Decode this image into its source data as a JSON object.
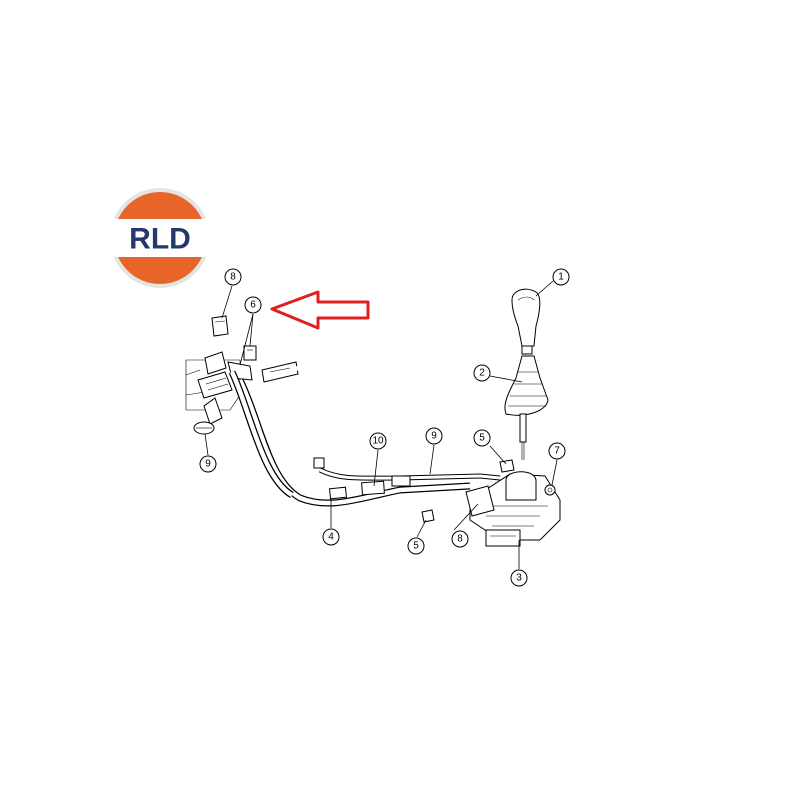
{
  "logo": {
    "text": "RLD",
    "colors": {
      "orange": "#e8652a",
      "navy": "#23386b",
      "ring": "#d8d8d8"
    }
  },
  "arrow": {
    "color": "#e02020"
  },
  "callouts": [
    {
      "id": "c1",
      "label": "1"
    },
    {
      "id": "c2",
      "label": "2"
    },
    {
      "id": "c3",
      "label": "3"
    },
    {
      "id": "c4",
      "label": "4"
    },
    {
      "id": "c5a",
      "label": "5"
    },
    {
      "id": "c5b",
      "label": "5"
    },
    {
      "id": "c6",
      "label": "6"
    },
    {
      "id": "c7",
      "label": "7"
    },
    {
      "id": "c8a",
      "label": "8"
    },
    {
      "id": "c8b",
      "label": "8"
    },
    {
      "id": "c9a",
      "label": "9"
    },
    {
      "id": "c9b",
      "label": "9"
    },
    {
      "id": "c10",
      "label": "10"
    }
  ],
  "colors": {
    "line": "#000000",
    "callout_blue": "#2a2aa8"
  }
}
